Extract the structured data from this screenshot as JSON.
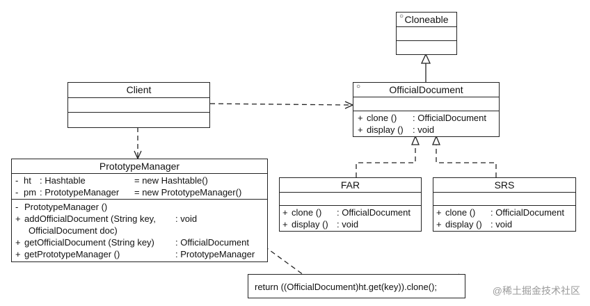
{
  "classes": {
    "cloneable": {
      "name": "Cloneable",
      "stereotype": "○"
    },
    "client": {
      "name": "Client"
    },
    "official_document": {
      "name": "OfficialDocument",
      "stereotype": "○",
      "methods": [
        {
          "vis": "+",
          "name": "clone ()",
          "type": ": OfficialDocument"
        },
        {
          "vis": "+",
          "name": "display ()",
          "type": ": void"
        }
      ]
    },
    "prototype_manager": {
      "name": "PrototypeManager",
      "attributes": [
        {
          "vis": "-",
          "name": "ht",
          "type": ": Hashtable",
          "init": "= new Hashtable()"
        },
        {
          "vis": "-",
          "name": "pm",
          "type": ": PrototypeManager",
          "init": "= new PrototypeManager()"
        }
      ],
      "methods": [
        {
          "vis": "-",
          "name": "PrototypeManager ()",
          "type": ""
        },
        {
          "vis": "+",
          "name": "addOfficialDocument (String key,",
          "type": ": void",
          "cont": "OfficialDocument doc)"
        },
        {
          "vis": "+",
          "name": "getOfficialDocument (String key)",
          "type": ": OfficialDocument"
        },
        {
          "vis": "+",
          "name": "getPrototypeManager ()",
          "type": ": PrototypeManager"
        }
      ]
    },
    "far": {
      "name": "FAR",
      "methods": [
        {
          "vis": "+",
          "name": "clone ()",
          "type": ": OfficialDocument"
        },
        {
          "vis": "+",
          "name": "display ()",
          "type": ": void"
        }
      ]
    },
    "srs": {
      "name": "SRS",
      "methods": [
        {
          "vis": "+",
          "name": "clone ()",
          "type": ": OfficialDocument"
        },
        {
          "vis": "+",
          "name": "display ()",
          "type": ": void"
        }
      ]
    }
  },
  "note": {
    "text": "return ((OfficialDocument)ht.get(key)).clone();"
  },
  "watermark": "@稀土掘金技术社区"
}
